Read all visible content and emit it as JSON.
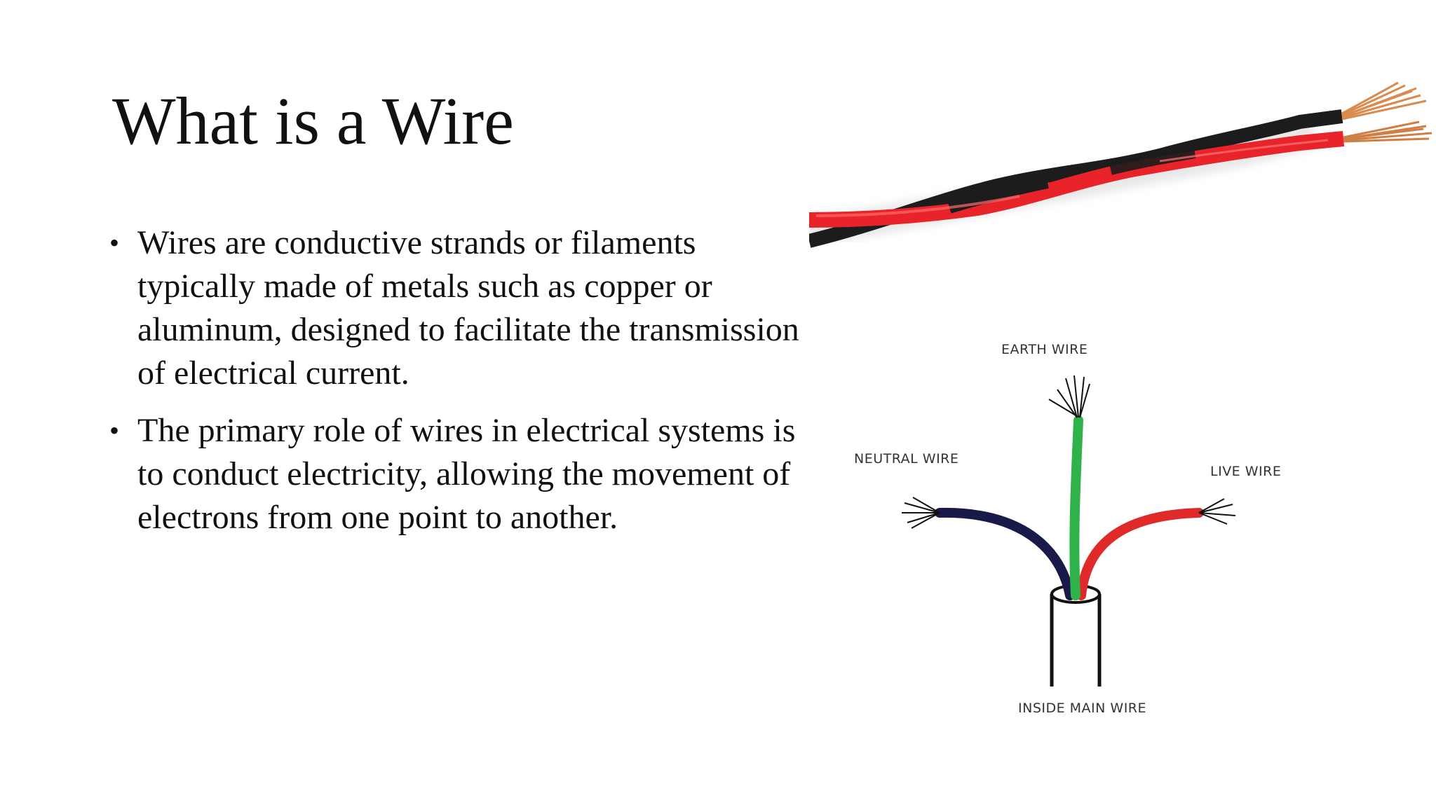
{
  "slide": {
    "title": "What is a Wire",
    "bullets": [
      "Wires are conductive strands or filaments typically made of metals such as copper or aluminum, designed to facilitate the transmission of electrical current.",
      "The primary role of wires in electrical systems is to conduct electricity, allowing the movement of electrons from one point to another."
    ],
    "bullet_glyph": "•"
  },
  "images": {
    "twisted_wire_photo": {
      "icon": "twisted-red-black-wire-icon",
      "colors": {
        "red": "#e8232a",
        "black": "#1c1c1c",
        "copper": "#d98a4e"
      }
    },
    "wire_diagram": {
      "labels": {
        "earth": "EARTH WIRE",
        "neutral": "NEUTRAL WIRE",
        "live": "LIVE WIRE",
        "main": "INSIDE MAIN WIRE"
      },
      "colors": {
        "earth": "#2fb24a",
        "neutral": "#1a1a4a",
        "live": "#e02a2a"
      }
    }
  }
}
